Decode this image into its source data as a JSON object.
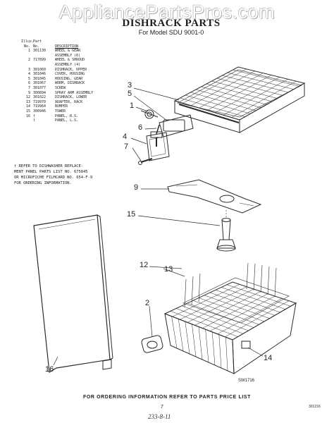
{
  "watermark": "AppliancePartsPros.com",
  "header": {
    "title": "DISHRACK PARTS",
    "subtitle": "For Model SDU 9001-0"
  },
  "parts_table": {
    "headers": {
      "illus_line1": "Illus.",
      "illus_line2": "No.",
      "part_line1": "Part",
      "part_line2": "No.",
      "description": "DESCRIPTION"
    },
    "rows": [
      {
        "illus": "1",
        "part": "301130",
        "desc": "WHEEL & GEAR"
      },
      {
        "illus": "",
        "part": "",
        "desc": "ASSEMBLY (6)"
      },
      {
        "illus": "2",
        "part": "717899",
        "desc": "WHEEL & SHROUD"
      },
      {
        "illus": "",
        "part": "",
        "desc": "ASSEMBLY (4)"
      },
      {
        "illus": "3",
        "part": "301060",
        "desc": "DISHRACK, UPPER"
      },
      {
        "illus": "4",
        "part": "301046",
        "desc": "COVER, HOUSING"
      },
      {
        "illus": "5",
        "part": "301045",
        "desc": "HOUSING, GEAR"
      },
      {
        "illus": "6",
        "part": "301067",
        "desc": "WORM, DISHRACK"
      },
      {
        "illus": "7",
        "part": "301077",
        "desc": "SCREW"
      },
      {
        "illus": "9",
        "part": "300894",
        "desc": "SPRAY ARM ASSEMBLY"
      },
      {
        "illus": "12",
        "part": "301022",
        "desc": "DISHRACK, LOWER"
      },
      {
        "illus": "13",
        "part": "719970",
        "desc": "ADAPTER, RACK"
      },
      {
        "illus": "14",
        "part": "719964",
        "desc": "BUMPER"
      },
      {
        "illus": "15",
        "part": "300946",
        "desc": "TOWER"
      },
      {
        "illus": "16",
        "part": "†",
        "desc": "PANEL, R.S."
      },
      {
        "illus": "",
        "part": "",
        "desc": ""
      },
      {
        "illus": "",
        "part": "†",
        "desc": "PANEL, L.S."
      }
    ]
  },
  "note": {
    "line1": "† REFER TO DISHWASHER REPLACE-",
    "line2": "MENT PANEL PARTS LIST NO. 675845",
    "line3": "OR MICROFICHE FILMCARD NO. 654-F-9",
    "line4": "FOR ORDERING INFORMATION."
  },
  "callouts": {
    "c3": "3",
    "c5": "5",
    "c1": "1",
    "c6": "6",
    "c4": "4",
    "c7": "7",
    "c9": "9",
    "c15": "15",
    "c12": "12",
    "c13": "13",
    "c2": "2",
    "c14": "14",
    "c16": "16"
  },
  "drawing_code": "SW1716",
  "footer": {
    "order_info": "FOR ORDERING INFORMATION REFER TO PARTS PRICE LIST",
    "page_number": "7",
    "side_code": "301216",
    "scribble": "233-8-11"
  }
}
